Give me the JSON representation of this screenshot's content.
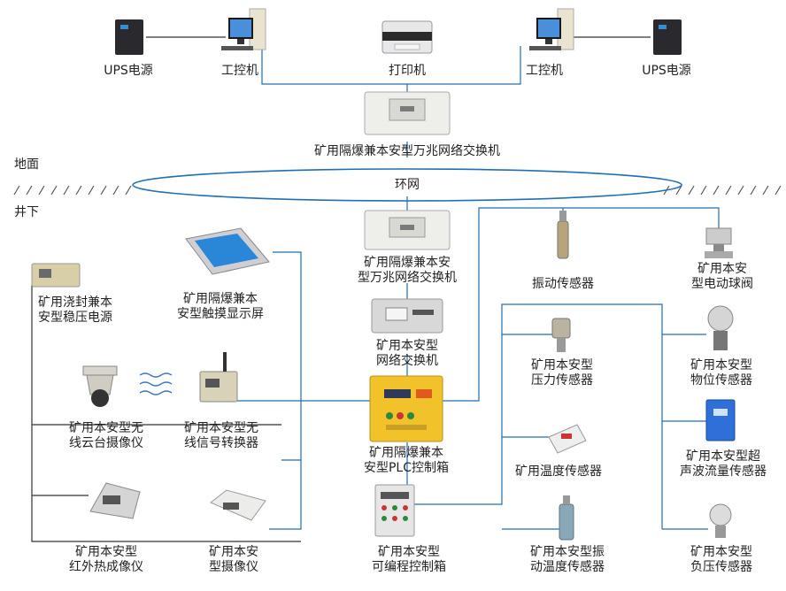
{
  "ground": {
    "above": "地面",
    "below": "井下",
    "ring": "环网"
  },
  "top": {
    "ups_left": "UPS电源",
    "ipc_left": "工控机",
    "printer": "打印机",
    "ipc_right": "工控机",
    "ups_right": "UPS电源",
    "switch_top": "矿用隔爆兼本安型万兆网络交换机"
  },
  "left": {
    "power_supply": [
      "矿用浇封兼本",
      "安型稳压电源"
    ],
    "touch_display": [
      "矿用隔爆兼本",
      "安型触摸显示屏"
    ],
    "ptz_camera": [
      "矿用本安型无",
      "线云台摄像仪"
    ],
    "signal_converter": [
      "矿用本安型无",
      "线信号转换器"
    ],
    "thermal_camera": [
      "矿用本安型",
      "红外热成像仪"
    ],
    "camera": [
      "矿用本安",
      "型摄像仪"
    ]
  },
  "center": {
    "switch_mid": [
      "矿用隔爆兼本安",
      "型万兆网络交换机"
    ],
    "network_switch": [
      "矿用本安型",
      "网络交换机"
    ],
    "plc_box": [
      "矿用隔爆兼本",
      "安型PLC控制箱"
    ],
    "prog_box": [
      "矿用本安型",
      "可编程控制箱"
    ]
  },
  "right": {
    "vibration": "振动传感器",
    "ball_valve": [
      "矿用本安",
      "型电动球阀"
    ],
    "pressure": [
      "矿用本安型",
      "压力传感器"
    ],
    "level": [
      "矿用本安型",
      "物位传感器"
    ],
    "temperature": "矿用温度传感器",
    "ultrasonic": [
      "矿用本安型超",
      "声波流量传感器"
    ],
    "vib_temp": [
      "矿用本安型振",
      "动温度传感器"
    ],
    "neg_pressure": [
      "矿用本安型",
      "负压传感器"
    ]
  }
}
